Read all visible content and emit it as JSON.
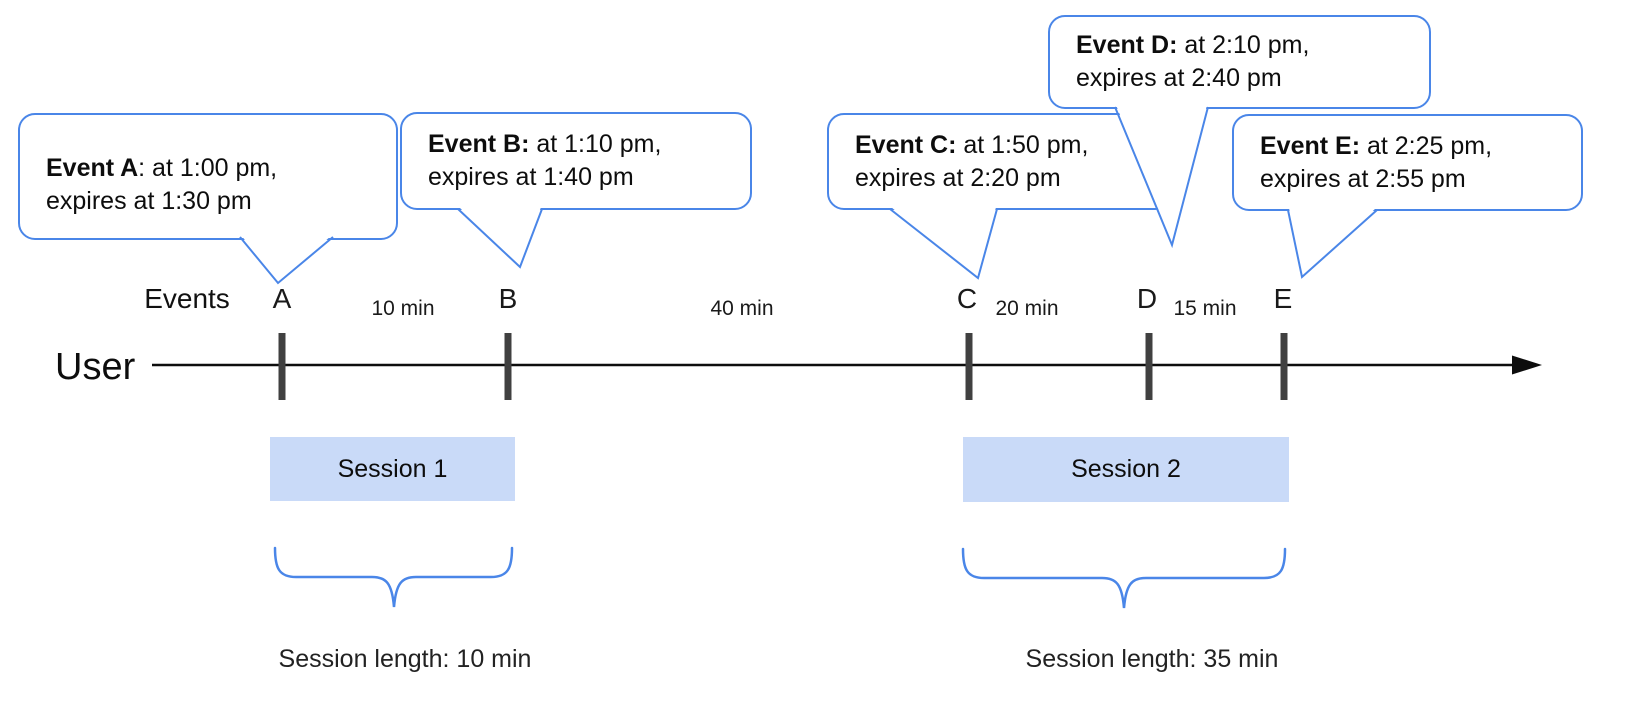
{
  "axis": {
    "user_label": "User",
    "events_label": "Events"
  },
  "events": [
    {
      "label": "A",
      "bold": "Event A",
      "rest": ": at 1:00 pm,",
      "line2": "expires at 1:30 pm"
    },
    {
      "label": "B",
      "bold": "Event B:",
      "rest": " at 1:10 pm,",
      "line2": "expires at 1:40 pm"
    },
    {
      "label": "C",
      "bold": "Event C:",
      "rest": " at 1:50 pm,",
      "line2": "expires at 2:20 pm"
    },
    {
      "label": "D",
      "bold": "Event D:",
      "rest": " at 2:10 pm,",
      "line2": "expires at 2:40 pm"
    },
    {
      "label": "E",
      "bold": "Event E:",
      "rest": " at 2:25 pm,",
      "line2": "expires at 2:55 pm"
    }
  ],
  "intervals": [
    {
      "label": "10 min"
    },
    {
      "label": "40 min"
    },
    {
      "label": "20 min"
    },
    {
      "label": "15 min"
    }
  ],
  "sessions": [
    {
      "label": "Session 1",
      "length_label": "Session length: 10 min"
    },
    {
      "label": "Session 2",
      "length_label": "Session length: 35 min"
    }
  ],
  "colors": {
    "callout_border": "#4a86e8",
    "session_fill": "#c9daf8",
    "tick": "#404040",
    "axis": "#0d0d0d"
  }
}
